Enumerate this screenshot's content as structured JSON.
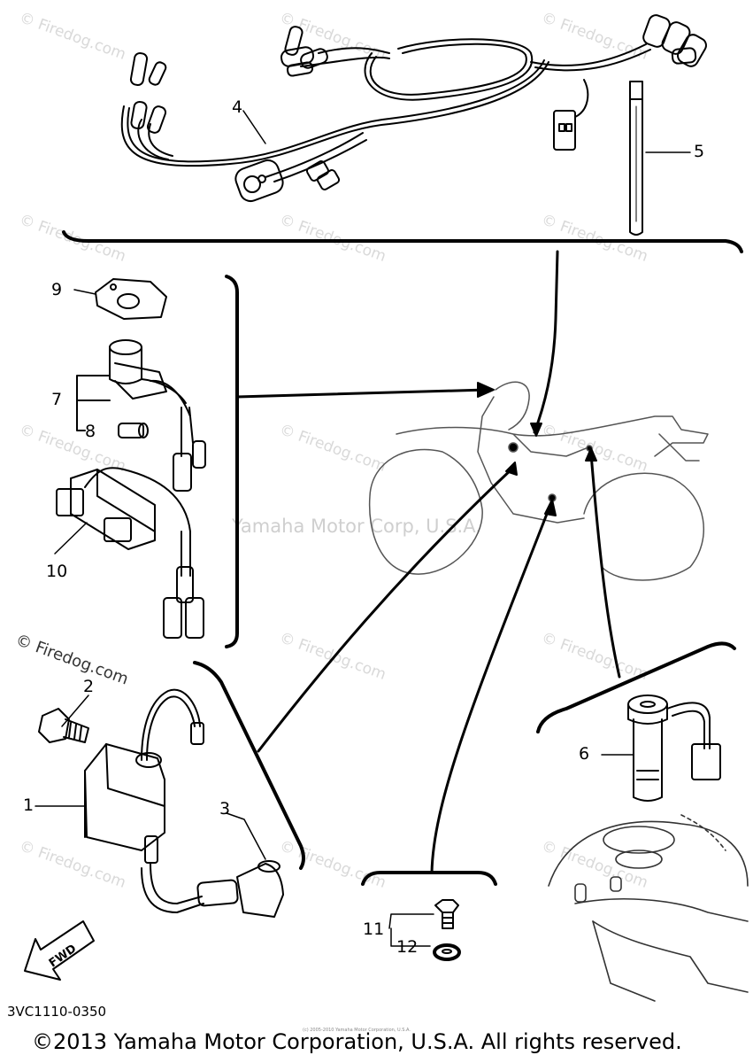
{
  "watermark": {
    "firedog_short": "© Firedog.com",
    "firedog_long": "© Firedog.com",
    "center": "Yamaha Motor Corp, U.S.A."
  },
  "callouts": [
    "1",
    "2",
    "3",
    "4",
    "5",
    "6",
    "7",
    "8",
    "9",
    "10",
    "11",
    "12"
  ],
  "labels": {
    "fwd": "FWD",
    "part_code": "3VC1110-0350",
    "tiny_copyright": "(c) 2005-2010 Yamaha Motor Corporation, U.S.A.",
    "copyright": "©2013 Yamaha Motor Corporation, U.S.A. All rights reserved."
  }
}
